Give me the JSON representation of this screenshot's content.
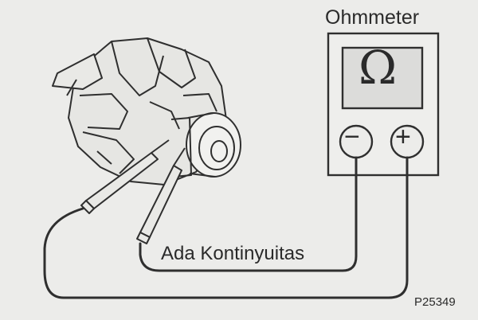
{
  "ohmmeter": {
    "title": "Ohmmeter",
    "unit_symbol": "Ω",
    "negative_symbol": "−",
    "positive_symbol": "+"
  },
  "caption": "Ada Kontinyuitas",
  "figure_id": "P25349",
  "colors": {
    "background": "#ececea",
    "ink": "#2f2f2f",
    "display": "#dcdcda"
  },
  "icons": [
    "alternator-rotor-icon",
    "probe-icon"
  ]
}
